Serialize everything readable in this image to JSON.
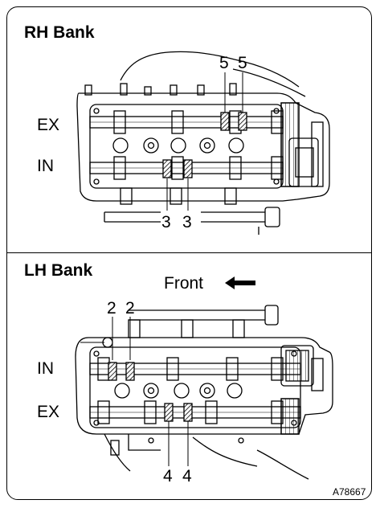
{
  "rh": {
    "title": "RH Bank",
    "ex": "EX",
    "in": "IN",
    "ex_marks": [
      "5",
      "5"
    ],
    "in_marks": [
      "3",
      "3"
    ]
  },
  "lh": {
    "title": "LH Bank",
    "front": "Front",
    "in": "IN",
    "ex": "EX",
    "in_marks": [
      "2",
      "2"
    ],
    "ex_marks": [
      "4",
      "4"
    ]
  },
  "figure_id": "A78667",
  "icons": {
    "front_arrow": "left-arrow-icon"
  }
}
